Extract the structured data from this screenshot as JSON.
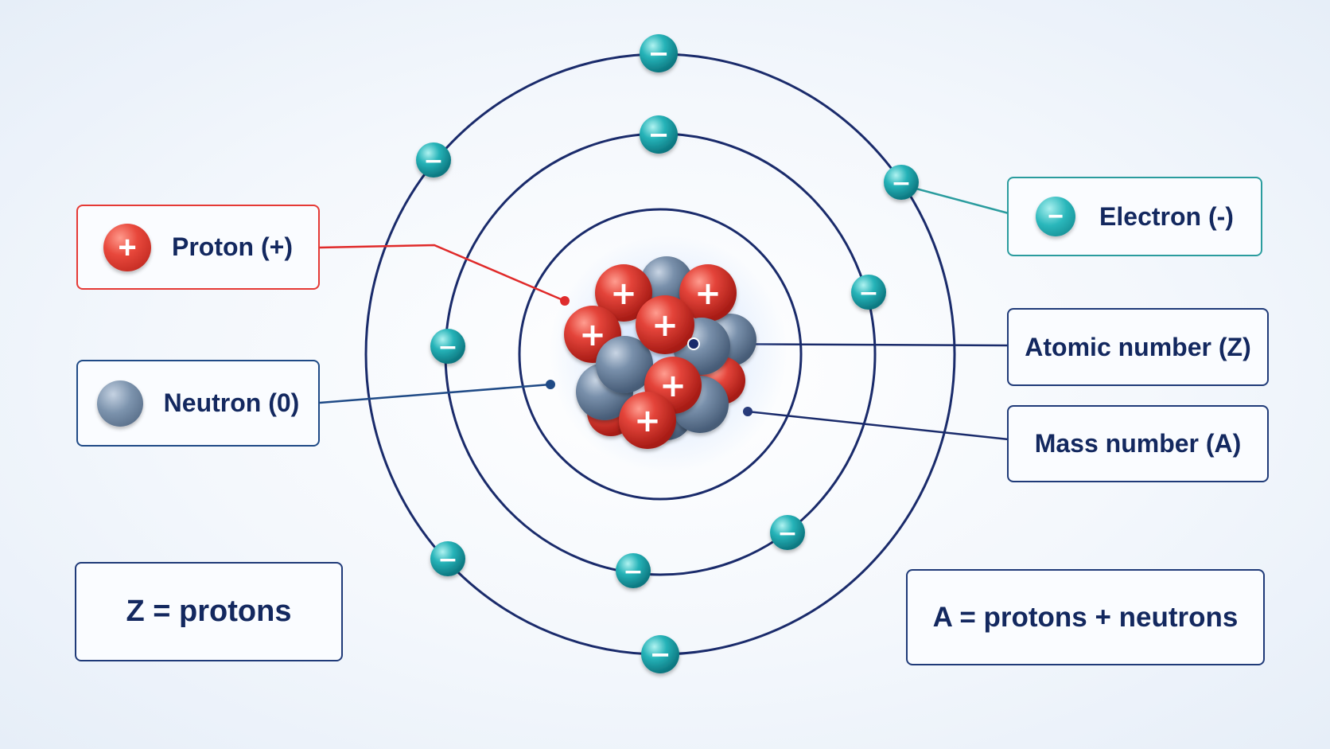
{
  "labels": {
    "proton": "Proton (+)",
    "neutron": "Neutron (0)",
    "electron": "Electron (-)",
    "atomic_number": "Atomic number (Z)",
    "mass_number": "Mass number (A)",
    "z_formula": "Z = protons",
    "a_formula": "A = protons + neutrons"
  },
  "symbols": {
    "proton": "+",
    "electron": "−"
  },
  "colors": {
    "proton": "#e0392e",
    "neutron": "#6b829e",
    "electron": "#1fb0b5",
    "orbit": "#1a2b6b",
    "box_border": "#1f3a78",
    "proton_box_border": "#e53935",
    "electron_box_border": "#2a9c9e",
    "text": "#13285f"
  },
  "icons": {
    "proton": "plus-ball-icon",
    "neutron": "ball-icon",
    "electron": "minus-ball-icon"
  }
}
